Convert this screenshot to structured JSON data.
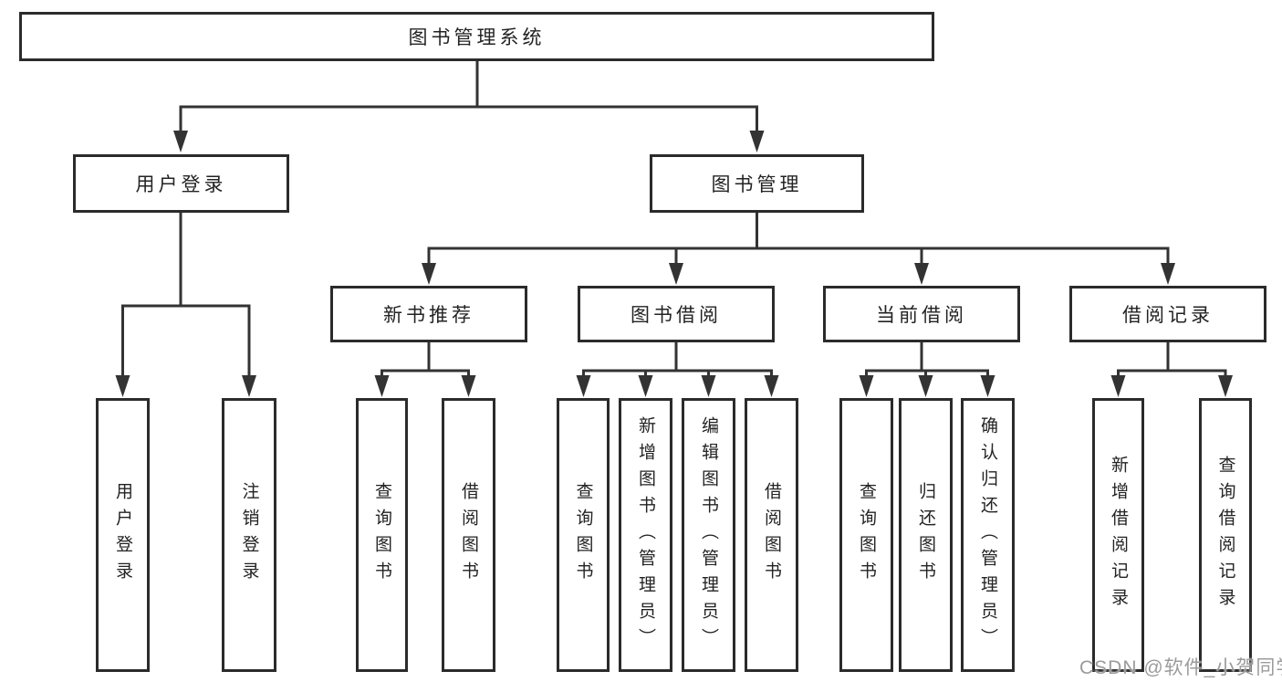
{
  "colors": {
    "line": "#333333",
    "box_border": "#2b2b2b",
    "text": "#232323",
    "watermark": "#9b9b9b",
    "background": "#ffffff"
  },
  "diagram": {
    "root": {
      "label": "图书管理系统"
    },
    "level2": [
      {
        "label": "用户登录",
        "children": [
          {
            "label": "用户登录"
          },
          {
            "label": "注销登录"
          }
        ]
      },
      {
        "label": "图书管理",
        "children": [
          {
            "label": "新书推荐",
            "children": [
              {
                "label": "查询图书"
              },
              {
                "label": "借阅图书"
              }
            ]
          },
          {
            "label": "图书借阅",
            "children": [
              {
                "label": "查询图书"
              },
              {
                "label": "新增图书（管理员）"
              },
              {
                "label": "编辑图书（管理员）"
              },
              {
                "label": "借阅图书"
              }
            ]
          },
          {
            "label": "当前借阅",
            "children": [
              {
                "label": "查询图书"
              },
              {
                "label": "归还图书"
              },
              {
                "label": "确认归还（管理员）"
              }
            ]
          },
          {
            "label": "借阅记录",
            "children": [
              {
                "label": "新增借阅记录"
              },
              {
                "label": "查询借阅记录"
              }
            ]
          }
        ]
      }
    ]
  },
  "watermark": {
    "text": "CSDN @软件_小贺同学"
  }
}
